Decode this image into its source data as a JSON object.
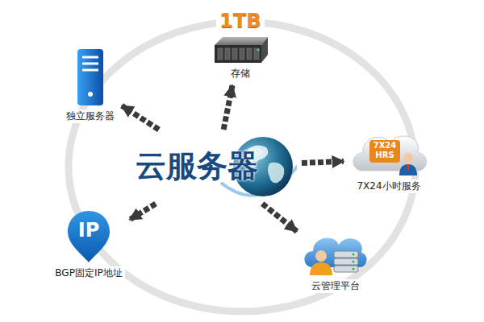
{
  "diagram": {
    "nodes": [
      {
        "text": [
          "1TB",
          "存储"
        ]
      },
      {
        "text": [
          "独立服务器"
        ]
      },
      {
        "text": [
          "云服务器"
        ]
      },
      {
        "text": [
          "7X24 HRS",
          "7X24小时服务"
        ]
      },
      {
        "text": [
          "IP",
          "BGP固定IP地址"
        ]
      },
      {
        "text": [
          "云管理平台"
        ]
      }
    ],
    "edges": [
      {
        "from": 2,
        "to": 0,
        "arrow": "to"
      },
      {
        "from": 2,
        "to": 1,
        "arrow": "to"
      },
      {
        "from": 2,
        "to": 3,
        "arrow": "to"
      },
      {
        "from": 2,
        "to": 4,
        "arrow": "to"
      },
      {
        "from": 2,
        "to": 5,
        "arrow": "to"
      }
    ]
  }
}
